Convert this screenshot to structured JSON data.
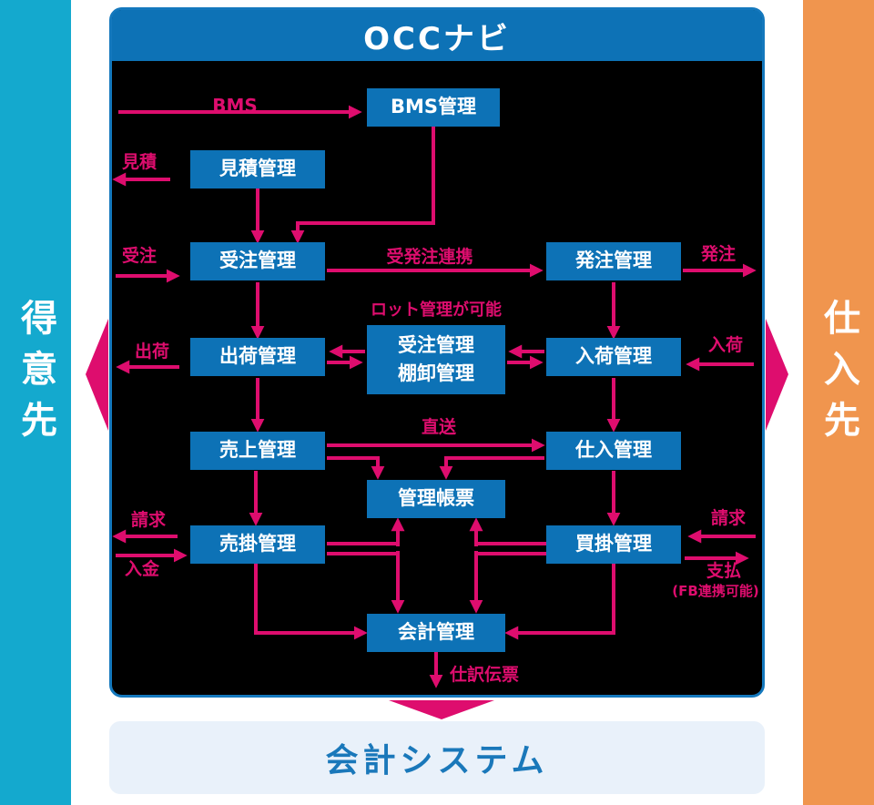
{
  "panel": {
    "title": "OCCナビ"
  },
  "sidebars": {
    "customer": {
      "label": "得意先"
    },
    "supplier": {
      "label": "仕入先"
    }
  },
  "external_system": {
    "label": "会計システム"
  },
  "nodes": {
    "bms_management": {
      "label": "BMS管理"
    },
    "quote_management": {
      "label": "見積管理"
    },
    "order_management": {
      "label": "受注管理"
    },
    "purchase_order_management": {
      "label": "発注管理"
    },
    "shipping_management": {
      "label": "出荷管理"
    },
    "center_inventory": {
      "line1": "受注管理",
      "line2": "棚卸管理"
    },
    "receiving_management": {
      "label": "入荷管理"
    },
    "sales_management": {
      "label": "売上管理"
    },
    "purchase_management": {
      "label": "仕入管理"
    },
    "management_reports": {
      "label": "管理帳票"
    },
    "receivables_management": {
      "label": "売掛管理"
    },
    "payables_management": {
      "label": "買掛管理"
    },
    "accounting_management": {
      "label": "会計管理"
    }
  },
  "edge_labels": {
    "bms": "BMS",
    "quote": "見積",
    "order": "受注",
    "order_po_link": "受発注連携",
    "purchase_order": "発注",
    "lot_note": "ロット管理が可能",
    "shipping": "出荷",
    "receiving": "入荷",
    "direct_shipping": "直送",
    "invoice_left": "請求",
    "deposit": "入金",
    "invoice_right": "請求",
    "payment": "支払",
    "fb_note": "(FB連携可能)",
    "journal_voucher": "仕訳伝票"
  },
  "colors": {
    "box_blue": "#0d72b6",
    "border_blue": "#1478bd",
    "arrow_pink": "#de0d6e",
    "customer_cyan": "#14a9ce",
    "supplier_orange": "#f0954e",
    "panel_black": "#000000",
    "accounting_bg": "#e9f1fa",
    "accounting_text": "#1a78ba"
  }
}
